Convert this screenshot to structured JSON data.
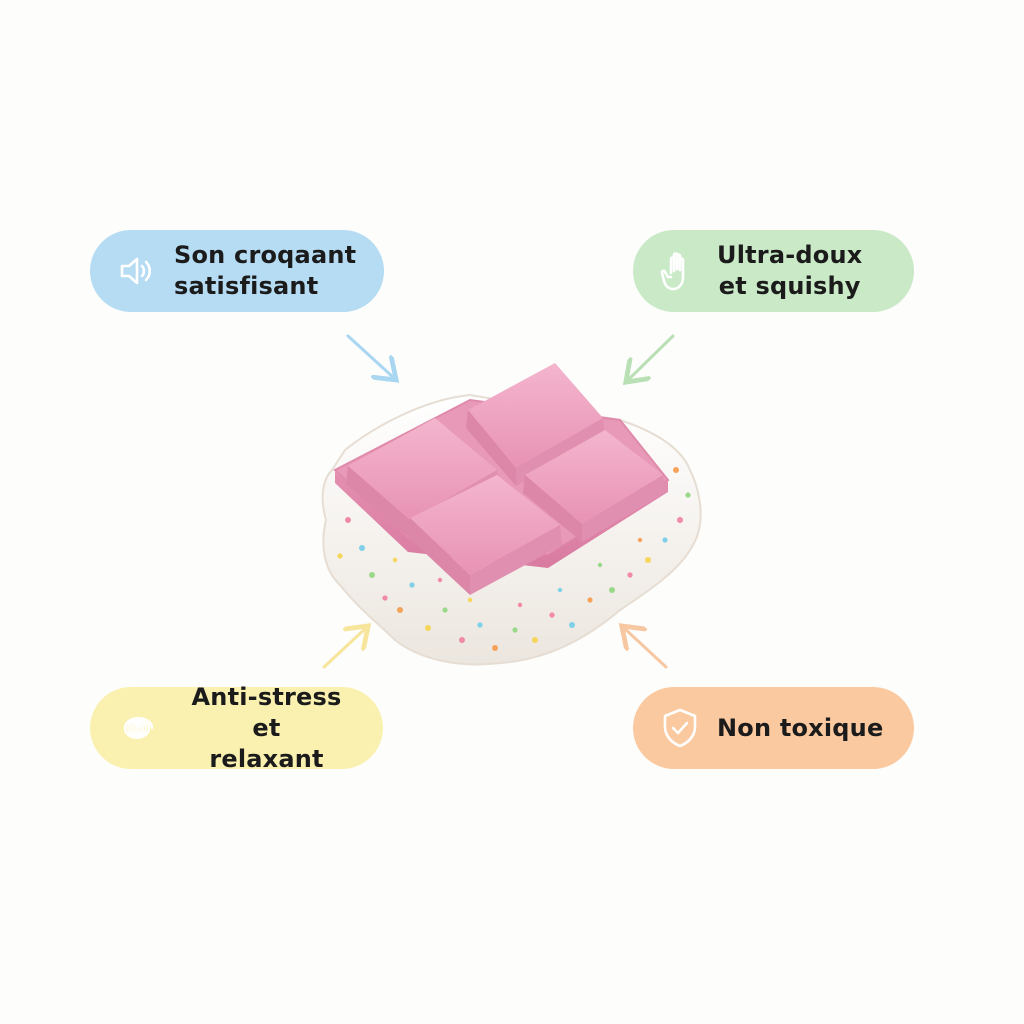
{
  "features": {
    "sound": {
      "label": "Son croqaant\nsatisfisant",
      "icon": "speaker-icon",
      "color": "#b5dcf3"
    },
    "soft": {
      "label": "Ultra-doux\net squishy",
      "icon": "hand-icon",
      "color": "#c9e9c7"
    },
    "stress": {
      "label": "Anti-stress et\nrelaxant",
      "icon": "spiral-icon",
      "color": "#faf1b0"
    },
    "safe": {
      "label": "Non toxique",
      "icon": "shield-check-icon",
      "color": "#fbc99f"
    }
  },
  "colors": {
    "chocolate_pink": "#f0a6c2",
    "base_white": "#f7f3ee",
    "arrow_blue": "#a9d6f0",
    "arrow_green": "#b9dfb4",
    "arrow_yellow": "#f6e59a",
    "arrow_orange": "#f7c7a1"
  }
}
